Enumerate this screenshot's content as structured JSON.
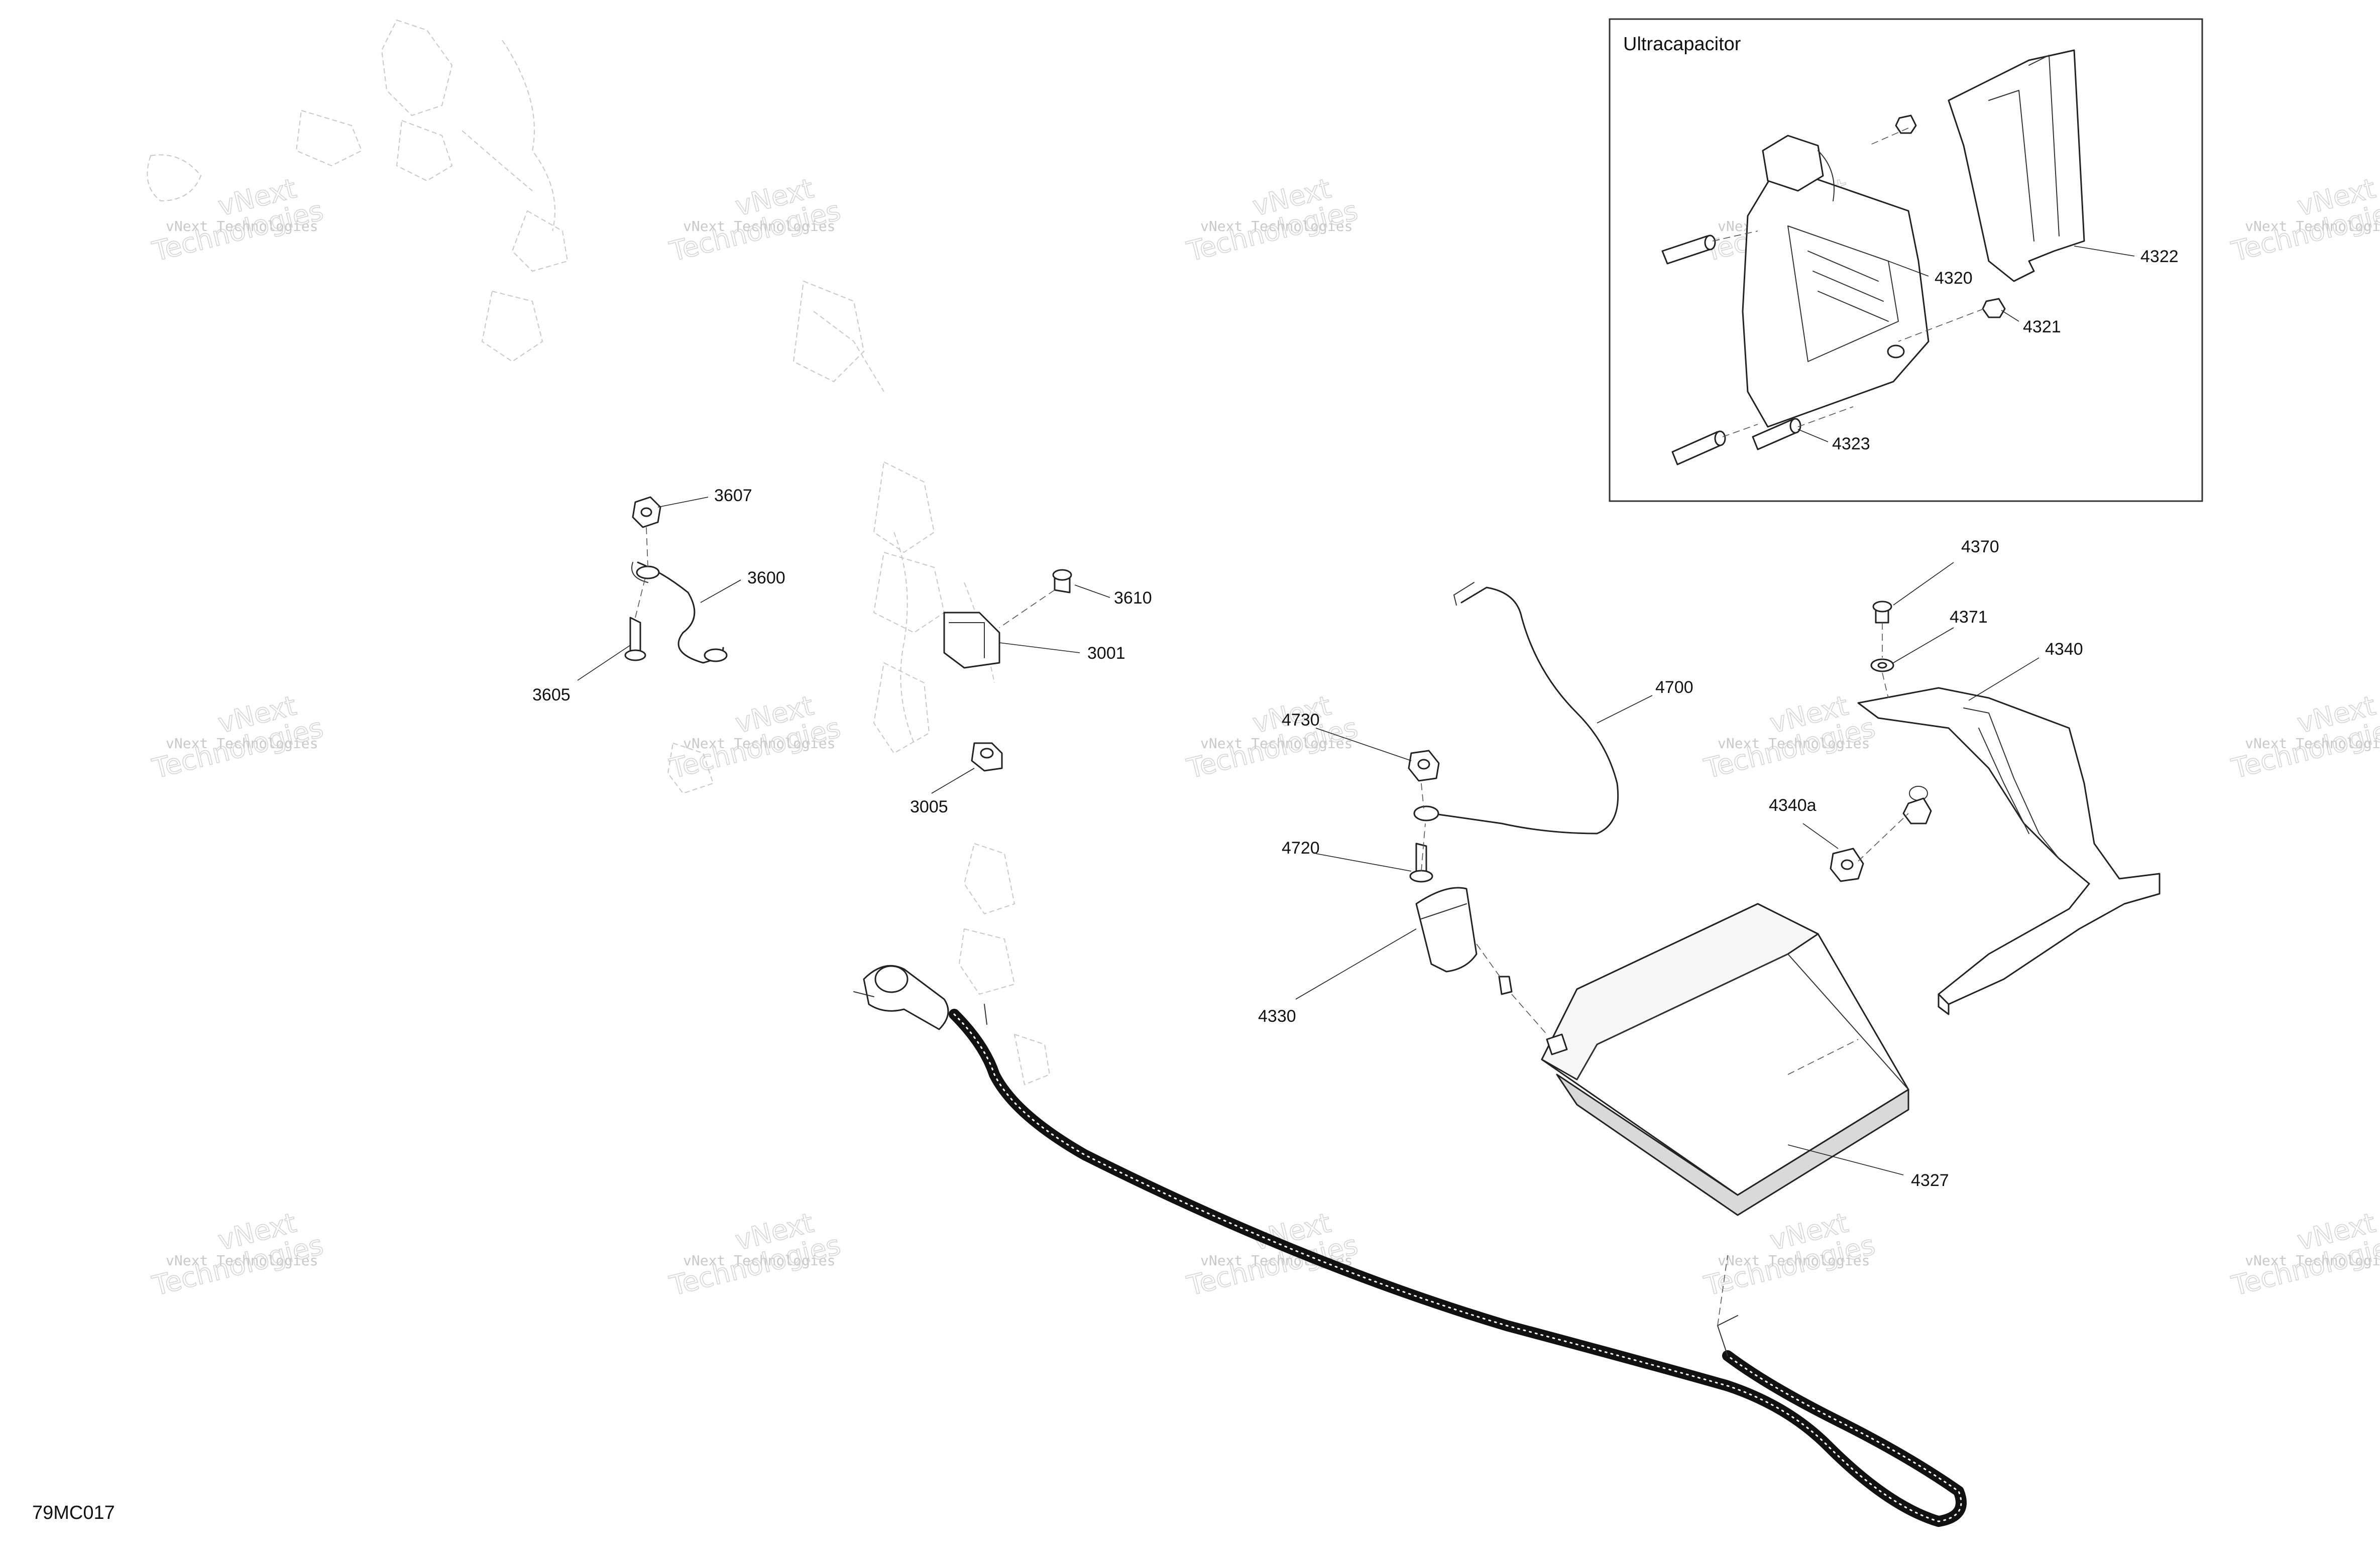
{
  "inset": {
    "title": "Ultracapacitor",
    "callouts": [
      "4320",
      "4321",
      "4322",
      "4323"
    ]
  },
  "callouts": [
    "3607",
    "3600",
    "3605",
    "3610",
    "3001",
    "3005",
    "4370",
    "4371",
    "4340",
    "4340a",
    "4700",
    "4730",
    "4720",
    "4330",
    "4327"
  ],
  "reference": "79MC017",
  "watermark": {
    "line1": "vNext Technologies",
    "line2": "vNext",
    "line3": "Technologies"
  },
  "colors": {
    "line": "#222222",
    "ghost": "#c8c8c8",
    "watermark": "#d0d0d0",
    "loom": "#111111"
  }
}
